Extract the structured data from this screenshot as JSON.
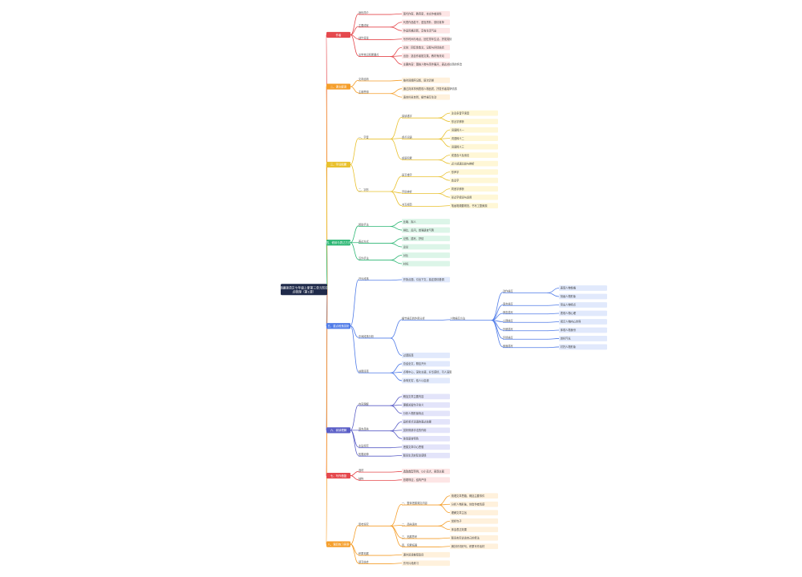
{
  "root": {
    "label": "部编版语文七年级上册第三单元知识点梳理（第1课）",
    "color": "#1f2a4a"
  },
  "branches": [
    {
      "label": "作者",
      "color": "#e5484d",
      "fill": "#fde5e5",
      "children": [
        {
          "label": "身份简介",
          "children": [
            {
              "label": "现代作家、教育家，本文作者资料"
            }
          ]
        },
        {
          "label": "主要成就",
          "children": [
            {
              "label": "代表作品若干，语言质朴，感情真挚"
            },
            {
              "label": "作品风格清新，富有生活气息"
            }
          ]
        },
        {
          "label": "创作背景",
          "children": [
            {
              "label": "写作时间与地点，回忆童年生活，抒发真情"
            }
          ]
        },
        {
          "label": "文学常识积累要点",
          "children": [
            {
              "label": "文体：回忆性散文，记叙与抒情结合"
            },
            {
              "label": "出处：选自作者散文集，教材有改动"
            },
            {
              "label": "主要内容：围绕人物与事件展开，表达对往事的怀念"
            }
          ]
        }
      ]
    },
    {
      "label": "二、课文解读",
      "color": "#f59e2a",
      "fill": "#fff1dc",
      "children": [
        {
          "label": "文章结构",
          "children": [
            {
              "label": "按时间顺序记叙，层次清晰"
            }
          ]
        },
        {
          "label": "主题思想",
          "children": [
            {
              "label": "通过具体事例表现人物品质，抒发作者真挚情感"
            },
            {
              "label": "语言朴素自然，细节描写生动"
            }
          ]
        }
      ]
    },
    {
      "label": "三、字词积累",
      "color": "#e9c12e",
      "fill": "#fff7d6",
      "children": [
        {
          "label": "一、字音",
          "children": [
            {
              "label": "易读错字",
              "children": [
                {
                  "label": "注意多音字读音"
                },
                {
                  "label": "形近字辨析"
                }
              ]
            },
            {
              "label": "重点词语",
              "children": [
                {
                  "label": "词语释义一"
                },
                {
                  "label": "词语释义二"
                },
                {
                  "label": "词语释义三"
                }
              ]
            },
            {
              "label": "成语积累",
              "children": [
                {
                  "label": "成语含义及用法"
                },
                {
                  "label": "近义成语比较与辨析"
                }
              ]
            }
          ]
        },
        {
          "label": "二、字形",
          "children": [
            {
              "label": "易写错字",
              "children": [
                {
                  "label": "形声字"
                },
                {
                  "label": "会意字"
                }
              ]
            },
            {
              "label": "字形辨析",
              "children": [
                {
                  "label": "同音字辨析"
                },
                {
                  "label": "形近字组词与运用"
                }
              ]
            },
            {
              "label": "书写规范",
              "children": [
                {
                  "label": "笔画笔顺要规范，书写工整美观"
                }
              ]
            }
          ]
        }
      ]
    },
    {
      "label": "四、修辞与表达方式",
      "color": "#2bb673",
      "fill": "#dcf5e8",
      "children": [
        {
          "label": "修辞手法",
          "children": [
            {
              "label": "比喻、拟人"
            },
            {
              "label": "排比、反问，增强语言气势"
            }
          ]
        },
        {
          "label": "表达方式",
          "children": [
            {
              "label": "记叙、描写、抒情"
            },
            {
              "label": "议论"
            }
          ]
        },
        {
          "label": "写作手法",
          "children": [
            {
              "label": "对比"
            },
            {
              "label": "衬托"
            }
          ]
        }
      ]
    },
    {
      "label": "五、重点段落赏析",
      "color": "#4f7be8",
      "fill": "#e1e9fc",
      "children": [
        {
          "label": "开头段落",
          "children": [
            {
              "label": "开篇点题，引出下文，奠定感情基调"
            }
          ]
        },
        {
          "label": "中间段落分析",
          "children": [
            {
              "label": "细节描写的作用分析",
              "children": [
                {
                  "label": "人物描写方法",
                  "children": [
                    {
                      "label": "动作描写",
                      "children": [
                        {
                          "label": "表现人物性格"
                        },
                        {
                          "label": "刻画人物形象"
                        }
                      ]
                    },
                    {
                      "label": "语言描写",
                      "children": [
                        {
                          "label": "突出人物特点"
                        }
                      ]
                    },
                    {
                      "label": "神态描写",
                      "children": [
                        {
                          "label": "表现人物心理"
                        }
                      ]
                    },
                    {
                      "label": "心理描写",
                      "children": [
                        {
                          "label": "揭示人物内心世界"
                        }
                      ]
                    },
                    {
                      "label": "外貌描写",
                      "children": [
                        {
                          "label": "体现人物身份"
                        }
                      ]
                    },
                    {
                      "label": "环境描写",
                      "children": [
                        {
                          "label": "烘托气氛"
                        }
                      ]
                    },
                    {
                      "label": "侧面描写",
                      "children": [
                        {
                          "label": "衬托人物形象"
                        }
                      ]
                    }
                  ]
                }
              ]
            },
            {
              "label": "过渡段落"
            }
          ]
        },
        {
          "label": "结尾段落",
          "children": [
            {
              "label": "总结全文，照应开头"
            },
            {
              "label": "点明中心，深化主题，升华感情，引人深思"
            },
            {
              "label": "余味无穷，给人以启迪"
            }
          ]
        }
      ]
    },
    {
      "label": "六、阅读理解",
      "color": "#5b5fc7",
      "fill": "#e3e4fa",
      "children": [
        {
          "label": "内容理解",
          "children": [
            {
              "label": "概括文章主要内容"
            },
            {
              "label": "理解关键句子含义"
            },
            {
              "label": "分析人物形象特点"
            }
          ]
        },
        {
          "label": "语言品味",
          "children": [
            {
              "label": "品析重点词语的表达效果"
            },
            {
              "label": "赏析修辞手法的作用"
            },
            {
              "label": "体会语言特色"
            }
          ]
        },
        {
          "label": "主旨探究",
          "children": [
            {
              "label": "把握文章中心思想"
            }
          ]
        },
        {
          "label": "拓展延伸",
          "children": [
            {
              "label": "联系生活实际谈感悟"
            }
          ]
        }
      ]
    },
    {
      "label": "七、写作借鉴",
      "color": "#e5484d",
      "fill": "#fde5e5",
      "children": [
        {
          "label": "选材",
          "children": [
            {
              "label": "选取典型事例，以小见大，表现主题"
            }
          ]
        },
        {
          "label": "结构",
          "children": [
            {
              "label": "首尾呼应，结构严谨"
            }
          ]
        }
      ]
    },
    {
      "label": "八、课后练习答案",
      "color": "#f59e2a",
      "fill": "#fff1dc",
      "children": [
        {
          "label": "思考探究",
          "children": [
            {
              "label": "一、整体把握课文内容",
              "children": [
                {
                  "label": "梳理文章思路，概括主要事件"
                },
                {
                  "label": "分析人物形象，体会作者情感"
                },
                {
                  "label": "理解文章主旨"
                }
              ]
            },
            {
              "label": "二、品味语言",
              "children": [
                {
                  "label": "赏析句子"
                },
                {
                  "label": "体会表达效果"
                }
              ]
            },
            {
              "label": "三、拓展思考",
              "children": [
                {
                  "label": "联系实际谈谈自己的看法"
                }
              ]
            },
            {
              "label": "四、积累拓展",
              "children": [
                {
                  "label": "摘抄好词好句，积累写作素材"
                }
              ]
            }
          ]
        },
        {
          "label": "积累拓展",
          "children": [
            {
              "label": "课外阅读推荐篇目"
            }
          ]
        },
        {
          "label": "读写结合",
          "children": [
            {
              "label": "仿写片段练习"
            }
          ]
        }
      ]
    }
  ]
}
